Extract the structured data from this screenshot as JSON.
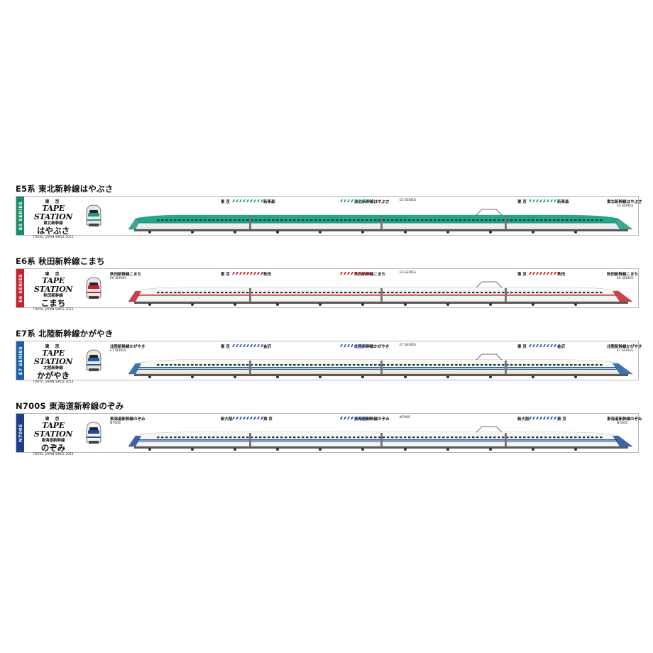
{
  "tapes": [
    {
      "id": "e5",
      "title": "E5系 東北新幹線はやぶさ",
      "series_band": "E5 SERIES",
      "colors": {
        "accent": "#1f9a7f",
        "band": "#1f8a6a",
        "stripe": "#1aa089"
      },
      "logo": {
        "top": "東 京",
        "main": "TAPE STATION",
        "line": "東北新幹線",
        "big": "はやぶさ",
        "since": "TOKYO, JAPAN SINCE 2011"
      },
      "labels": {
        "left_title": "",
        "left_series": "",
        "station_1": "東 京",
        "station_2": "新青森",
        "center_title": "東北新幹線はやぶさ",
        "center_series": "E5 SERIES",
        "station_3": "東 京",
        "station_4": "新青森",
        "right_title": "東北新幹線はやぶさ",
        "right_series": "E5 SERIES"
      }
    },
    {
      "id": "e6",
      "title": "E6系 秋田新幹線こまち",
      "series_band": "E6 SERIES",
      "colors": {
        "accent": "#c8202e",
        "band": "#c8202e",
        "stripe": "#c8202e"
      },
      "logo": {
        "top": "東 京",
        "main": "TAPE STATION",
        "line": "秋田新幹線",
        "big": "こまち",
        "since": "TOKYO, JAPAN SINCE 2013"
      },
      "labels": {
        "left_title": "秋田新幹線こまち",
        "left_series": "E6 SERIES",
        "station_1": "東 京",
        "station_2": "秋田",
        "center_title": "秋田新幹線こまち",
        "center_series": "E6 SERIES",
        "station_3": "東 京",
        "station_4": "秋田",
        "right_title": "秋田新幹線こまち",
        "right_series": "E6 SERIES"
      }
    },
    {
      "id": "e7",
      "title": "E7系 北陸新幹線かがやき",
      "series_band": "E7 SERIES",
      "colors": {
        "accent": "#1e5fa8",
        "band": "#1e5fa8",
        "stripe": "#2a63b0"
      },
      "logo": {
        "top": "東 京",
        "main": "TAPE STATION",
        "line": "北陸新幹線",
        "big": "かがやき",
        "since": "TOKYO, JAPAN SINCE 2014"
      },
      "labels": {
        "left_title": "北陸新幹線かがやき",
        "left_series": "E7 SERIES",
        "station_1": "東 京",
        "station_2": "金沢",
        "center_title": "北陸新幹線かがやき",
        "center_series": "E7 SERIES",
        "station_3": "東 京",
        "station_4": "金沢",
        "right_title": "北陸新幹線かがやき",
        "right_series": "E7 SERIES"
      }
    },
    {
      "id": "n700s",
      "title": "N700S 東海道新幹線のぞみ",
      "series_band": "N700S",
      "colors": {
        "accent": "#1d4a9c",
        "band": "#1d3f88",
        "stripe": "#1d4a9c"
      },
      "logo": {
        "top": "東 京",
        "main": "TAPE STATION",
        "line": "東海道新幹線",
        "big": "のぞみ",
        "since": "TOKYO, JAPAN SINCE 2020"
      },
      "labels": {
        "left_title": "東海道新幹線のぞみ",
        "left_series": "N700S",
        "station_1": "新大阪",
        "station_2": "東 京",
        "center_title": "東海道新幹線のぞみ",
        "center_series": "N700S",
        "station_3": "新大阪",
        "station_4": "東 京",
        "right_title": "東海道新幹線のぞみ",
        "right_series": "N700S"
      }
    }
  ]
}
